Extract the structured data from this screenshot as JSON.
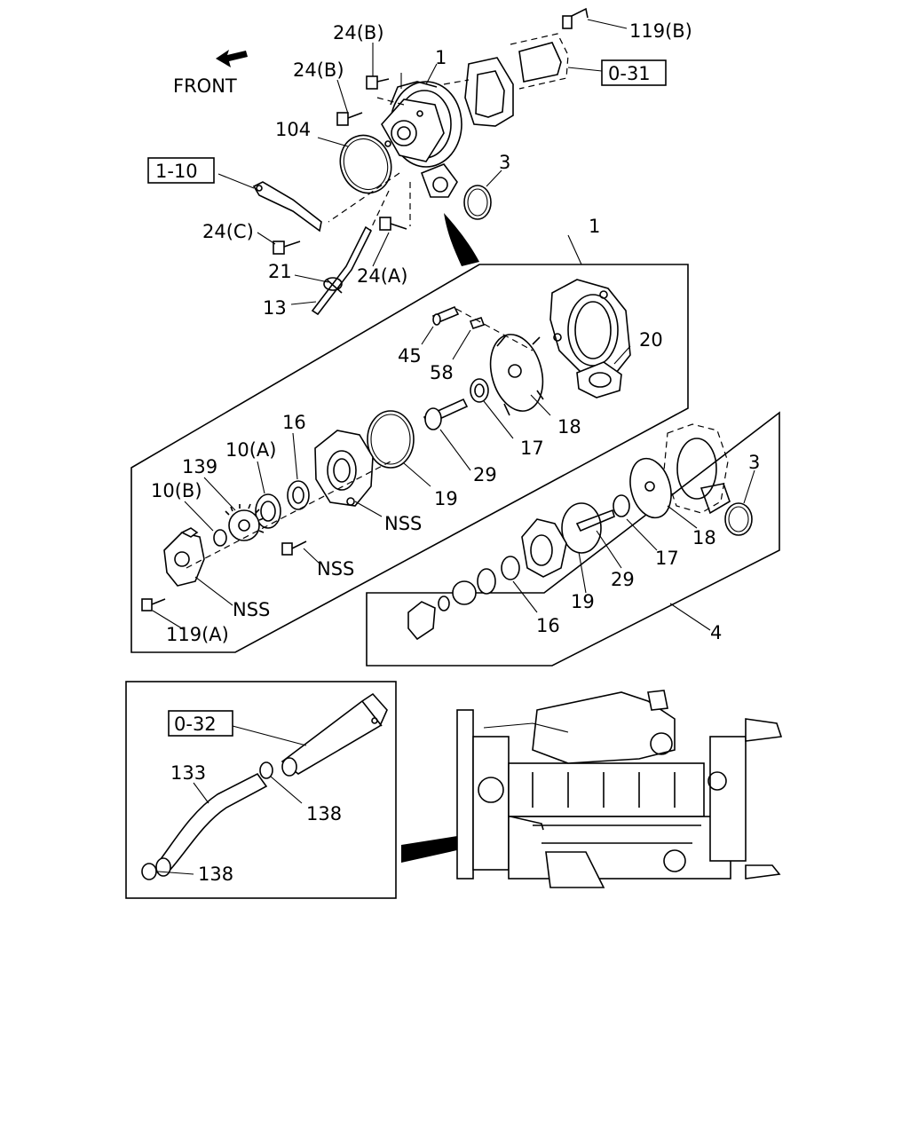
{
  "front_label": "FRONT",
  "ref_boxes": {
    "r031": "0-31",
    "r110": "1-10",
    "r032": "0-32"
  },
  "callouts": {
    "c24b_a": "24(B)",
    "c119b": "119(B)",
    "c24b_b": "24(B)",
    "c1_top": "1",
    "c104": "104",
    "c3_top": "3",
    "c24c": "24(C)",
    "c21": "21",
    "c24a": "24(A)",
    "c13": "13",
    "c1_box": "1",
    "c20": "20",
    "c45": "45",
    "c58": "58",
    "c18_a": "18",
    "c17_a": "17",
    "c29_a": "29",
    "c16_a": "16",
    "c10a": "10(A)",
    "c139": "139",
    "c10b": "10(B)",
    "c19_a": "19",
    "c3_r": "3",
    "c18_b": "18",
    "c17_b": "17",
    "c29_b": "29",
    "c19_b": "19",
    "c16_b": "16",
    "c4": "4",
    "nss1": "NSS",
    "nss2": "NSS",
    "nss3": "NSS",
    "c119a": "119(A)",
    "c133": "133",
    "c138_a": "138",
    "c138_b": "138"
  }
}
